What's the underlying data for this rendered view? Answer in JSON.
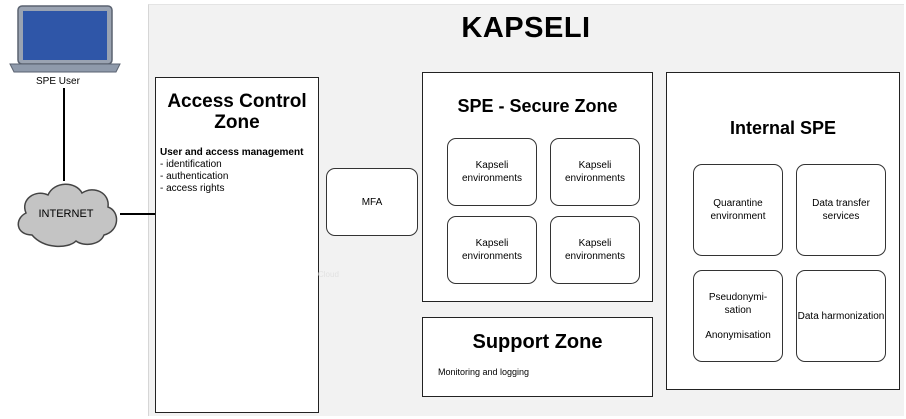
{
  "diagram": {
    "title": "KAPSELI",
    "user_label": "SPE User",
    "internet_label": "INTERNET",
    "access_control": {
      "title": "Access Control Zone",
      "subtitle": "User and access management",
      "items": [
        "- identification",
        "- authentication",
        "- access rights"
      ]
    },
    "mfa_label": "MFA",
    "faint_label": "Cloud",
    "secure_zone": {
      "title": "SPE - Secure Zone",
      "boxes": [
        "Kapseli environments",
        "Kapseli environments",
        "Kapseli environments",
        "Kapseli environments"
      ]
    },
    "support_zone": {
      "title": "Support Zone",
      "text": "Monitoring and logging"
    },
    "internal_spe": {
      "title": "Internal SPE",
      "quarantine": "Quarantine environment",
      "data_transfer": "Data transfer services",
      "pseudonym": "Pseudonymi-sation",
      "anonym": "Anonymisation",
      "harmonization": "Data harmonization"
    }
  },
  "colors": {
    "laptop_screen": "#2f56a8",
    "laptop_body": "#8f9aab",
    "cloud_fill": "#c4c4c4",
    "panel_bg": "#f2f2f2"
  },
  "icons": [
    "laptop-icon",
    "cloud-icon"
  ]
}
